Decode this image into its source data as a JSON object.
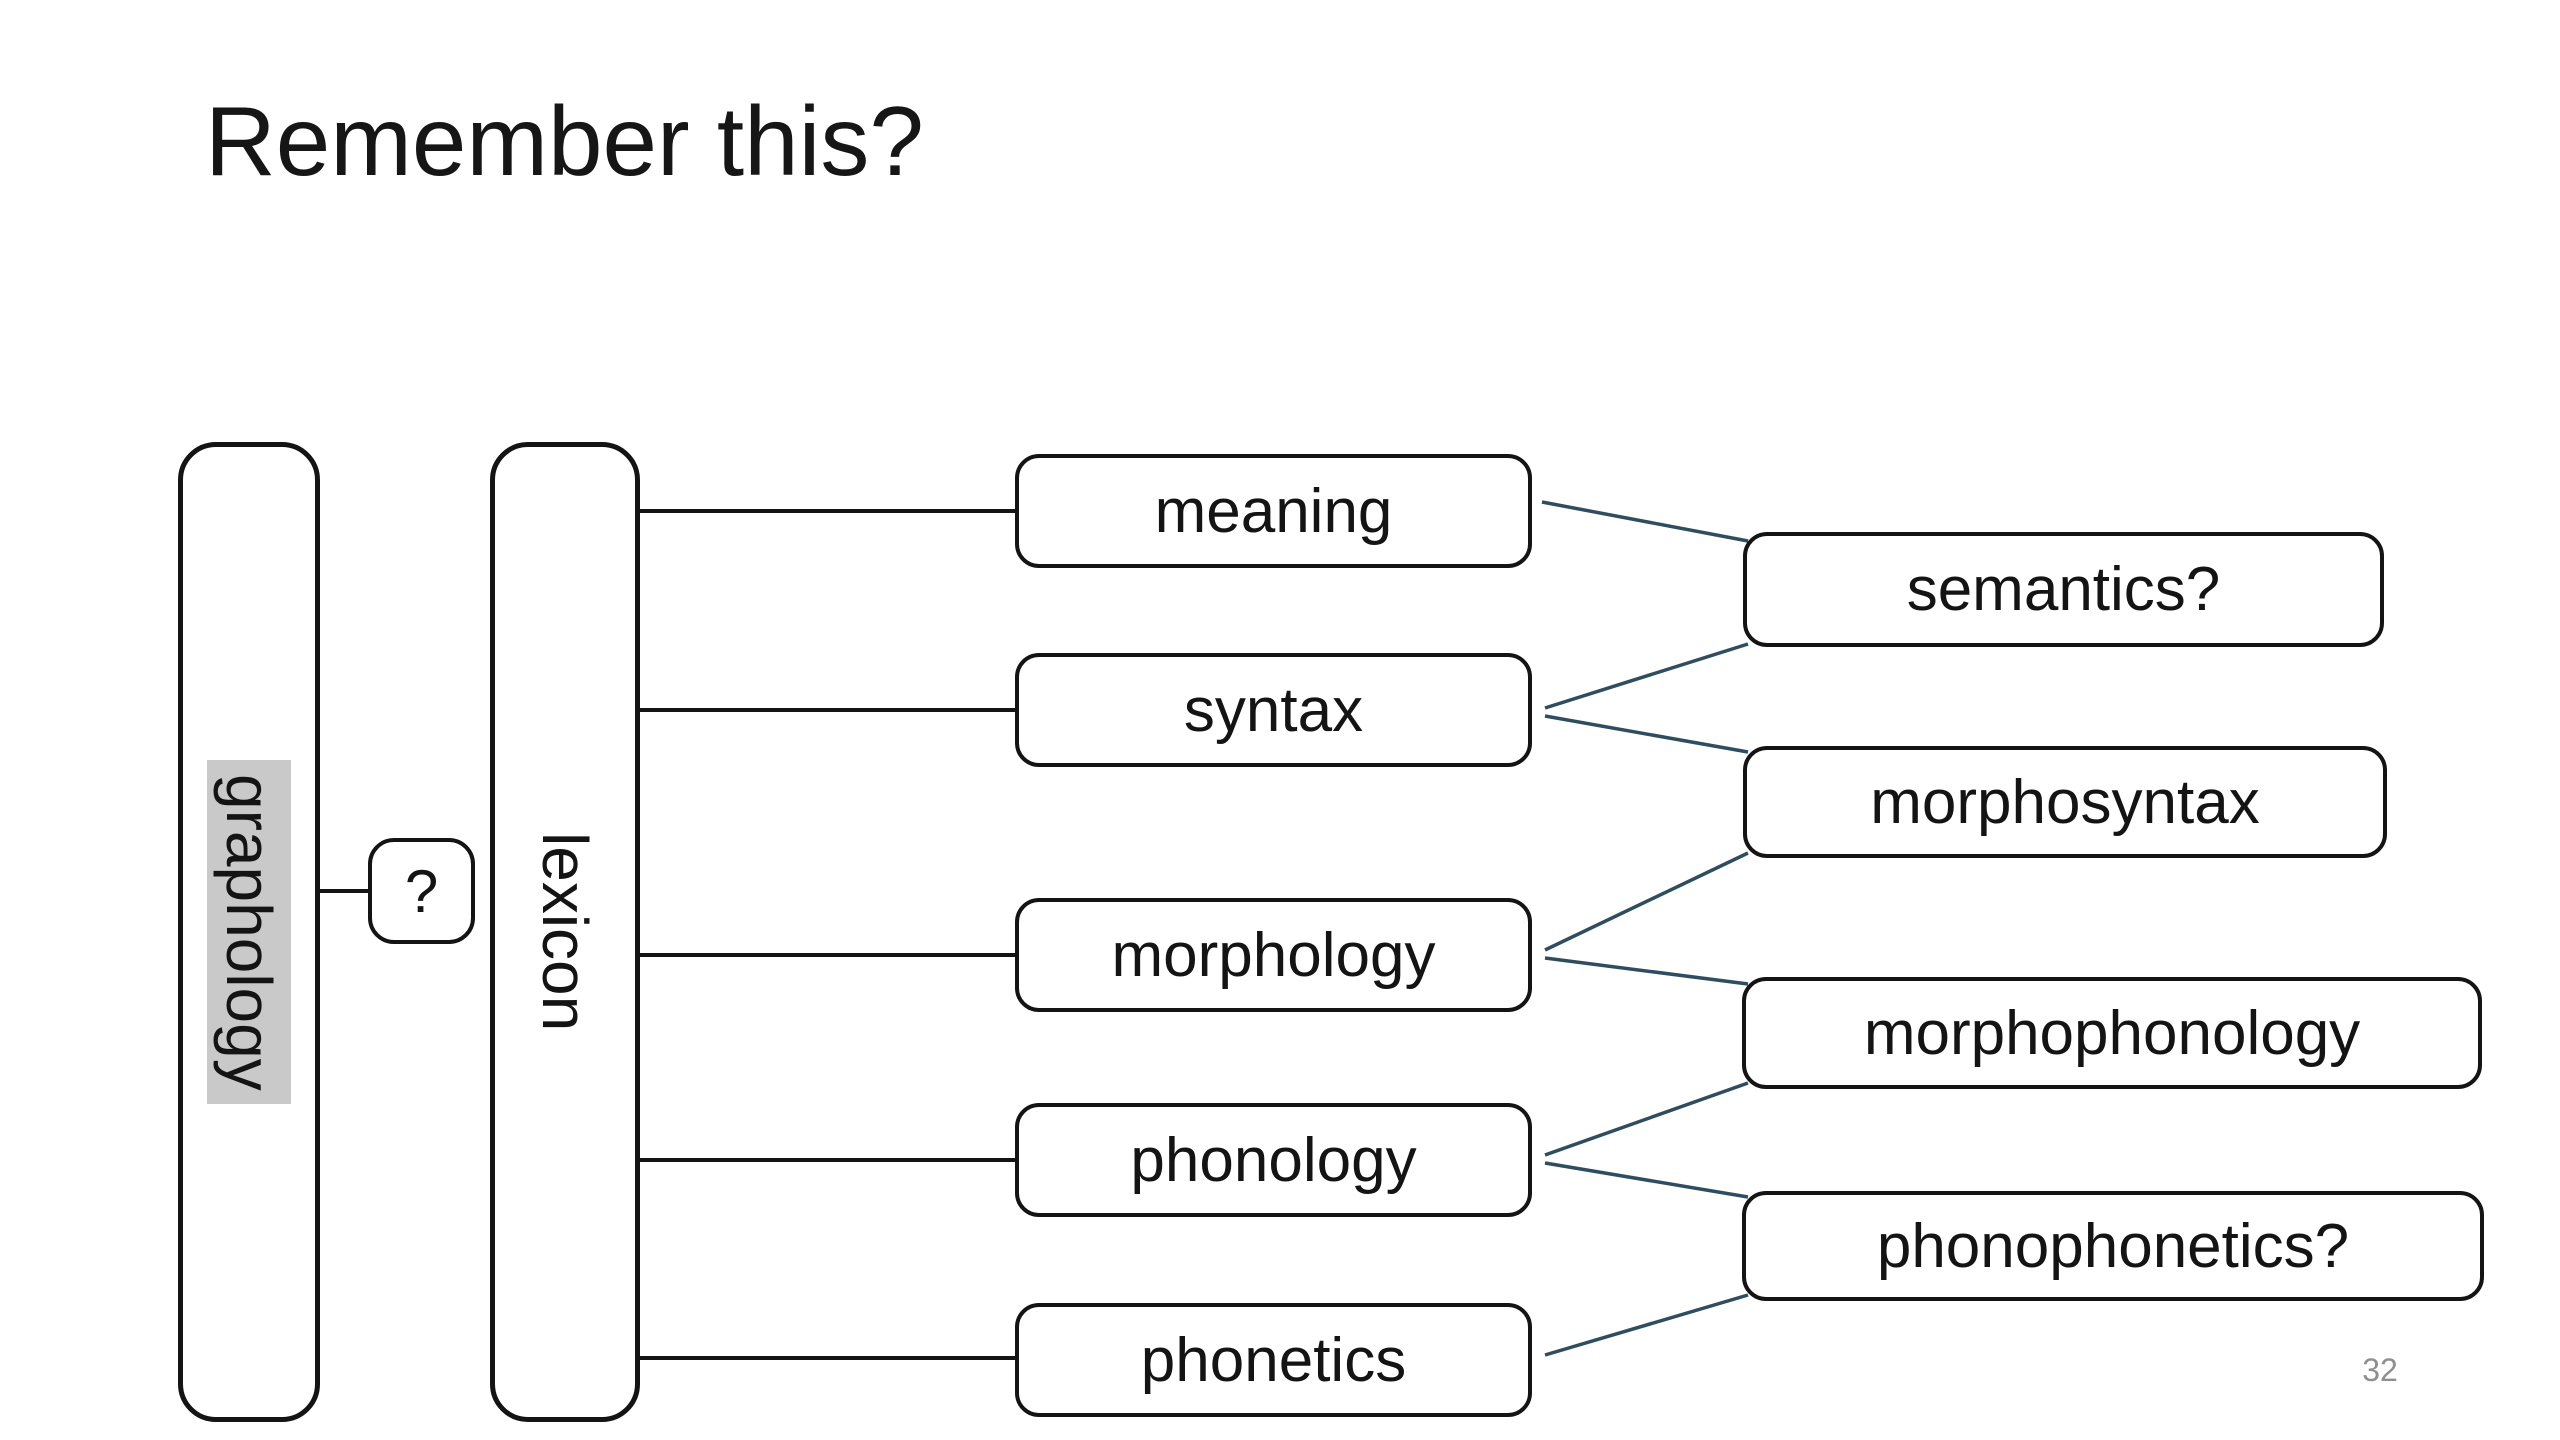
{
  "slide": {
    "title": "Remember this?",
    "page_number": "32"
  },
  "colors": {
    "background": "#ffffff",
    "box_border": "#141414",
    "box_fill": "#ffffff",
    "text": "#141414",
    "left_connector": "#141414",
    "right_connector": "#2e4d5e",
    "graphology_highlight": "#c9c9c9",
    "page_number": "#8f8f8f"
  },
  "diagram": {
    "left_column": {
      "graphology": {
        "label": "graphology",
        "highlighted": true
      },
      "question": {
        "label": "?"
      },
      "lexicon": {
        "label": "lexicon"
      }
    },
    "middle_column": {
      "meaning": "meaning",
      "syntax": "syntax",
      "morphology": "morphology",
      "phonology": "phonology",
      "phonetics": "phonetics"
    },
    "right_column": {
      "semantics": "semantics?",
      "morphosyntax": "morphosyntax",
      "morphophonology": "morphophonology",
      "phonophonetics": "phonophonetics?"
    },
    "connections": [
      {
        "from": "graphology",
        "to": "?"
      },
      {
        "from": "lexicon",
        "to": "meaning"
      },
      {
        "from": "lexicon",
        "to": "syntax"
      },
      {
        "from": "lexicon",
        "to": "morphology"
      },
      {
        "from": "lexicon",
        "to": "phonology"
      },
      {
        "from": "lexicon",
        "to": "phonetics"
      },
      {
        "from": "meaning",
        "to": "semantics?"
      },
      {
        "from": "syntax",
        "to": "semantics?"
      },
      {
        "from": "syntax",
        "to": "morphosyntax"
      },
      {
        "from": "morphology",
        "to": "morphosyntax"
      },
      {
        "from": "morphology",
        "to": "morphophonology"
      },
      {
        "from": "phonology",
        "to": "morphophonology"
      },
      {
        "from": "phonology",
        "to": "phonophonetics?"
      },
      {
        "from": "phonetics",
        "to": "phonophonetics?"
      }
    ]
  }
}
